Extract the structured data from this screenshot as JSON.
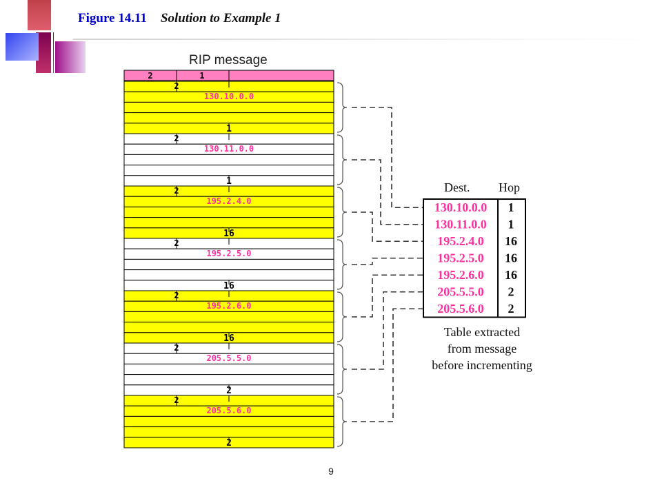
{
  "header": {
    "figure_number": "Figure 14.11",
    "figure_caption": "Solution to Example 1"
  },
  "message_label": "RIP message",
  "message_header": {
    "command": "2",
    "version": "1"
  },
  "entries": [
    {
      "family": "2",
      "address": "130.10.0.0",
      "metric": "1",
      "fill": "#ffff00"
    },
    {
      "family": "2",
      "address": "130.11.0.0",
      "metric": "1",
      "fill": "#ffffff"
    },
    {
      "family": "2",
      "address": "195.2.4.0",
      "metric": "16",
      "fill": "#ffff00"
    },
    {
      "family": "2",
      "address": "195.2.5.0",
      "metric": "16",
      "fill": "#ffffff"
    },
    {
      "family": "2",
      "address": "195.2.6.0",
      "metric": "16",
      "fill": "#ffff00"
    },
    {
      "family": "2",
      "address": "205.5.5.0",
      "metric": "2",
      "fill": "#ffffff"
    },
    {
      "family": "2",
      "address": "205.5.6.0",
      "metric": "2",
      "fill": "#ffff00"
    }
  ],
  "table": {
    "col_dest": "Dest.",
    "col_hop": "Hop",
    "rows": [
      {
        "dest": "130.10.0.0",
        "hop": "1"
      },
      {
        "dest": "130.11.0.0",
        "hop": "1"
      },
      {
        "dest": "195.2.4.0",
        "hop": "16"
      },
      {
        "dest": "195.2.5.0",
        "hop": "16"
      },
      {
        "dest": "195.2.6.0",
        "hop": "16"
      },
      {
        "dest": "205.5.5.0",
        "hop": "2"
      },
      {
        "dest": "205.5.6.0",
        "hop": "2"
      }
    ],
    "caption_lines": [
      "Table extracted",
      "from message",
      "before incrementing"
    ]
  },
  "colors": {
    "address_text": "#ff2fa0",
    "header_fill": "#ff80c0",
    "entry_yellow": "#ffff00",
    "title_blue": "#0000cc"
  },
  "page_number": "9"
}
